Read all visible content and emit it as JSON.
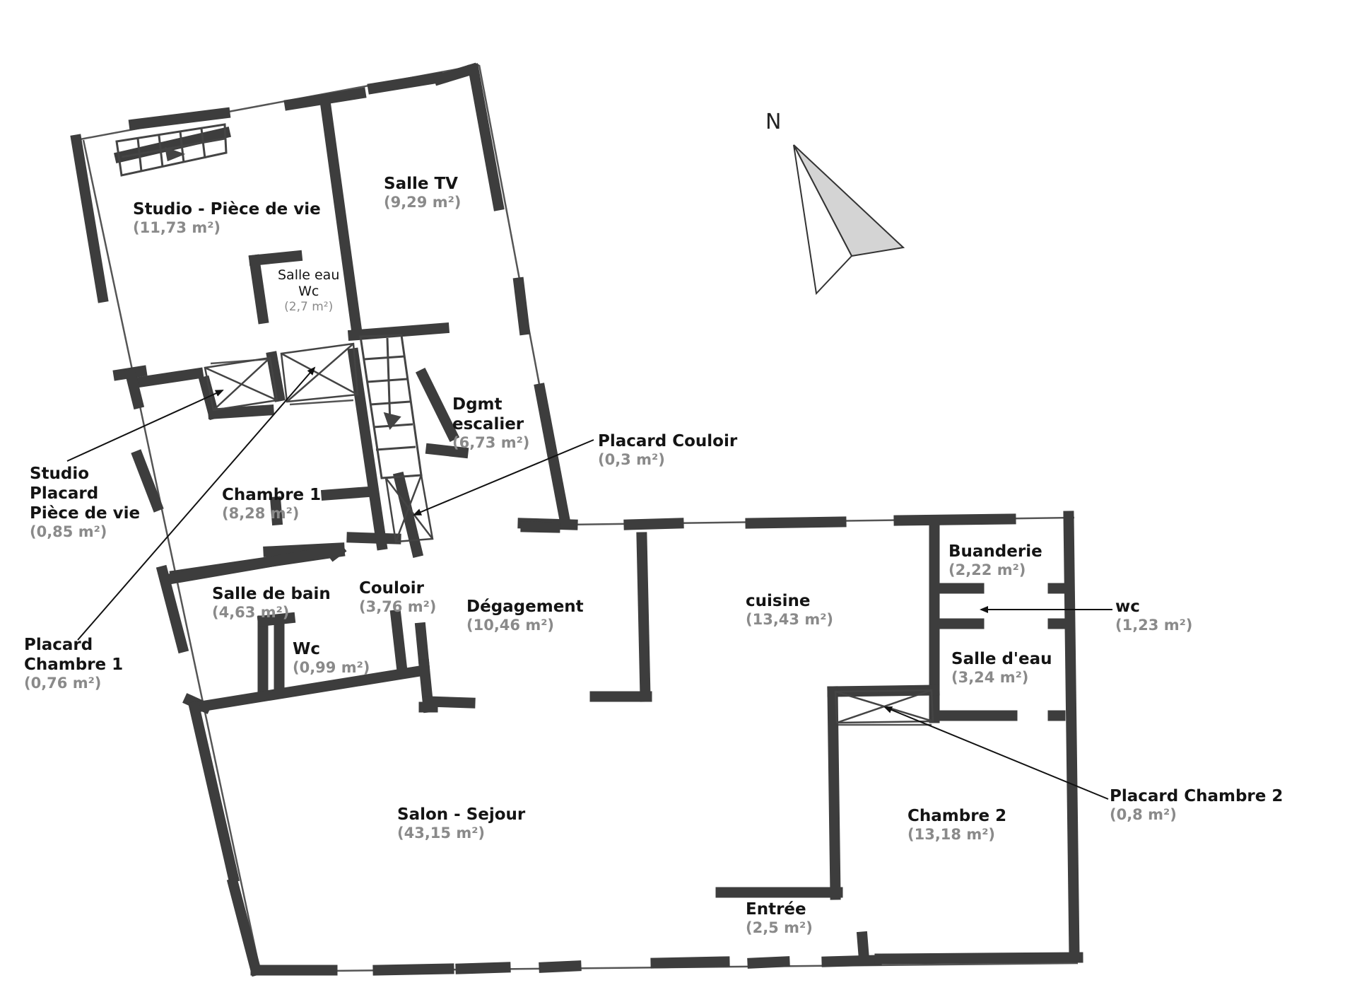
{
  "compass": {
    "label": "N"
  },
  "colors": {
    "wall": "#3d3d3d",
    "ink": "#141414",
    "area": "#8a8a8a",
    "needle": "#d4d4d4"
  },
  "rooms": [
    {
      "id": "studio-piece-de-vie",
      "name": "Studio - Pièce de vie",
      "area": "(11,73 m²)"
    },
    {
      "id": "salle-tv",
      "name": "Salle TV",
      "area": "(9,29 m²)"
    },
    {
      "id": "salle-eau-wc",
      "name": "Salle eau",
      "name2": "Wc",
      "area": "(2,7 m²)"
    },
    {
      "id": "dgmt-escalier",
      "name": "Dgmt",
      "name2": "escalier",
      "area": "(6,73 m²)"
    },
    {
      "id": "placard-couloir",
      "name": "Placard Couloir",
      "area": "(0,3 m²)"
    },
    {
      "id": "studio-placard",
      "name": "Studio",
      "name2": "Placard",
      "name3": "Pièce de vie",
      "area": "(0,85 m²)"
    },
    {
      "id": "chambre-1",
      "name": "Chambre 1",
      "area": "(8,28 m²)"
    },
    {
      "id": "salle-de-bain",
      "name": "Salle de bain",
      "area": "(4,63 m²)"
    },
    {
      "id": "couloir",
      "name": "Couloir",
      "area": "(3,76 m²)"
    },
    {
      "id": "degagement",
      "name": "Dégagement",
      "area": "(10,46 m²)"
    },
    {
      "id": "wc-1",
      "name": "Wc",
      "area": "(0,99 m²)"
    },
    {
      "id": "placard-chambre-1",
      "name": "Placard",
      "name2": "Chambre 1",
      "area": "(0,76 m²)"
    },
    {
      "id": "cuisine",
      "name": "cuisine",
      "area": "(13,43 m²)"
    },
    {
      "id": "buanderie",
      "name": "Buanderie",
      "area": "(2,22 m²)"
    },
    {
      "id": "wc-2",
      "name": "wc",
      "area": "(1,23 m²)"
    },
    {
      "id": "salle-deau",
      "name": "Salle d'eau",
      "area": "(3,24 m²)"
    },
    {
      "id": "placard-chambre-2",
      "name": "Placard Chambre 2",
      "area": "(0,8 m²)"
    },
    {
      "id": "salon-sejour",
      "name": "Salon - Sejour",
      "area": "(43,15 m²)"
    },
    {
      "id": "chambre-2",
      "name": "Chambre 2",
      "area": "(13,18 m²)"
    },
    {
      "id": "entree",
      "name": "Entrée",
      "area": "(2,5 m²)"
    }
  ]
}
